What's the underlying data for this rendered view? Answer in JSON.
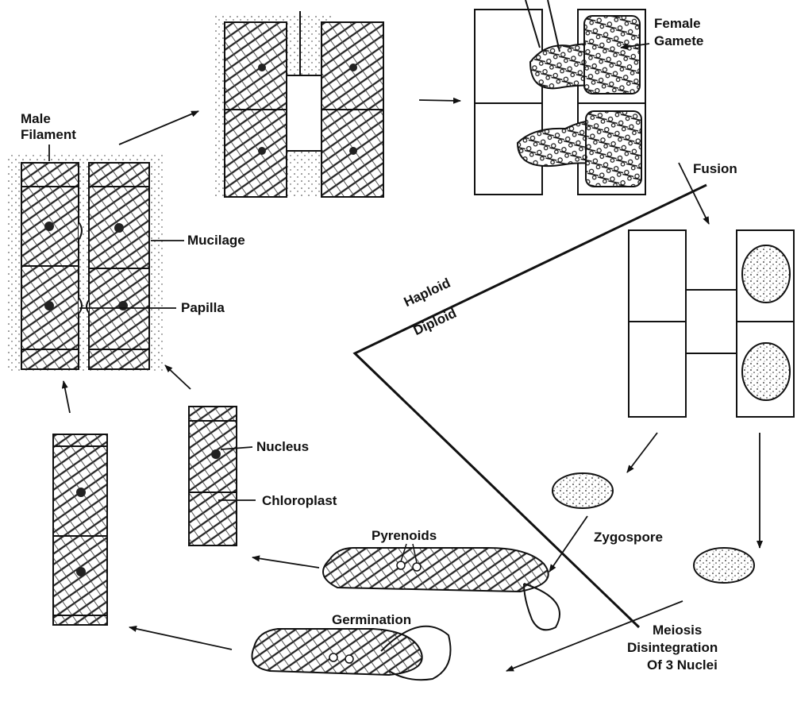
{
  "labels": {
    "male_filament_1": "Male",
    "male_filament_2": "Filament",
    "mucilage": "Mucilage",
    "papilla": "Papilla",
    "female_gamete_1": "Female",
    "female_gamete_2": "Gamete",
    "fusion": "Fusion",
    "haploid": "Haploid",
    "diploid": "Diploid",
    "nucleus": "Nucleus",
    "chloroplast": "Chloroplast",
    "pyrenoids": "Pyrenoids",
    "zygospore": "Zygospore",
    "germination": "Germination",
    "meiosis": "Meiosis",
    "disintegration_1": "Disintegration",
    "disintegration_2": "Of 3 Nuclei"
  },
  "colors": {
    "ink": "#111111",
    "paper": "#ffffff"
  }
}
